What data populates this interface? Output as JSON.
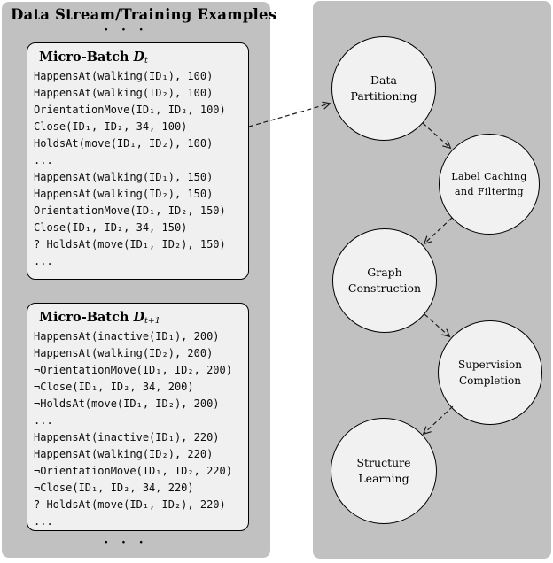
{
  "left_panel": {
    "title": "Data Stream/Training Examples",
    "ellipsis_top": "· · ·",
    "ellipsis_bottom": "· · ·",
    "batches": [
      {
        "header": {
          "prefix": "Micro-Batch",
          "symbol": "D",
          "subscript": "t"
        },
        "lines": [
          "HappensAt(walking(ID₁), 100)",
          "HappensAt(walking(ID₂), 100)",
          "OrientationMove(ID₁, ID₂, 100)",
          "Close(ID₁, ID₂, 34, 100)",
          "HoldsAt(move(ID₁, ID₂), 100)",
          "...",
          "HappensAt(walking(ID₁), 150)",
          "HappensAt(walking(ID₂), 150)",
          "OrientationMove(ID₁, ID₂, 150)",
          "Close(ID₁, ID₂, 34, 150)",
          "? HoldsAt(move(ID₁, ID₂), 150)",
          "..."
        ]
      },
      {
        "header": {
          "prefix": "Micro-Batch",
          "symbol": "D",
          "subscript": "t+1"
        },
        "lines": [
          "HappensAt(inactive(ID₁), 200)",
          "HappensAt(walking(ID₂), 200)",
          "¬OrientationMove(ID₁, ID₂, 200)",
          "¬Close(ID₁, ID₂, 34, 200)",
          "¬HoldsAt(move(ID₁, ID₂), 200)",
          "...",
          "HappensAt(inactive(ID₁), 220)",
          "HappensAt(walking(ID₂), 220)",
          "¬OrientationMove(ID₁, ID₂, 220)",
          "¬Close(ID₁, ID₂, 34, 220)",
          "? HoldsAt(move(ID₁, ID₂), 220)",
          "..."
        ]
      }
    ]
  },
  "flow_panel": {
    "nodes": [
      {
        "label": "Data\nPartitioning"
      },
      {
        "label": "Label Caching\nand Filtering"
      },
      {
        "label": "Graph\nConstruction"
      },
      {
        "label": "Supervision\nCompletion"
      },
      {
        "label": "Structure\nLearning"
      }
    ]
  },
  "colors": {
    "panel_background": "#c1c1c1",
    "node_fill": "#f0f0f0",
    "ink": "#000000"
  }
}
